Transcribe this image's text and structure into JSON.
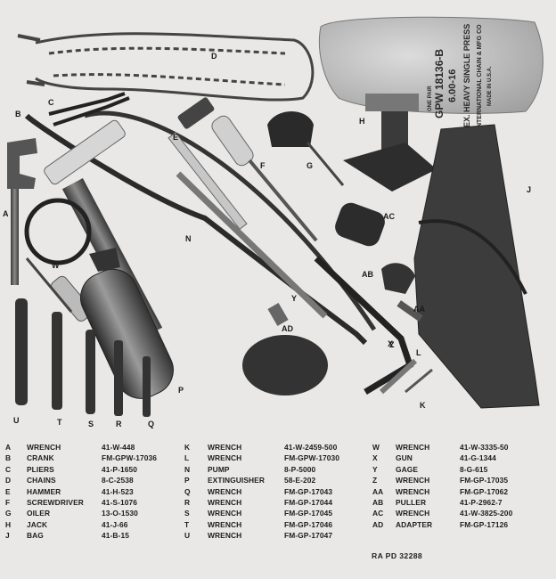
{
  "bag_print": {
    "line1": "ONE PAIR",
    "line2": "GPW 18136-B",
    "line3": "6.00-16",
    "line4": "EX. HEAVY SINGLE PRESS",
    "line5": "INTERNATIONAL CHAIN & MFG CO",
    "line6": "MADE IN U.S.A."
  },
  "figure_labels": [
    "A",
    "B",
    "C",
    "D",
    "E",
    "F",
    "G",
    "H",
    "J",
    "AC",
    "N",
    "W",
    "AB",
    "AA",
    "Y",
    "AD",
    "X",
    "L",
    "Z",
    "K",
    "P",
    "U",
    "T",
    "S",
    "R",
    "Q"
  ],
  "legend": {
    "columns": [
      [
        {
          "key": "A",
          "name": "WRENCH",
          "part": "41-W-448"
        },
        {
          "key": "B",
          "name": "CRANK",
          "part": "FM-GPW-17036"
        },
        {
          "key": "C",
          "name": "PLIERS",
          "part": "41-P-1650"
        },
        {
          "key": "D",
          "name": "CHAINS",
          "part": "8-C-2538"
        },
        {
          "key": "E",
          "name": "HAMMER",
          "part": "41-H-523"
        },
        {
          "key": "F",
          "name": "SCREWDRIVER",
          "part": "41-S-1076"
        },
        {
          "key": "G",
          "name": "OILER",
          "part": "13-O-1530"
        },
        {
          "key": "H",
          "name": "JACK",
          "part": "41-J-66"
        },
        {
          "key": "J",
          "name": "BAG",
          "part": "41-B-15"
        }
      ],
      [
        {
          "key": "K",
          "name": "WRENCH",
          "part": "41-W-2459-500"
        },
        {
          "key": "L",
          "name": "WRENCH",
          "part": "FM-GPW-17030"
        },
        {
          "key": "N",
          "name": "PUMP",
          "part": "8-P-5000"
        },
        {
          "key": "P",
          "name": "EXTINGUISHER",
          "part": "58-E-202"
        },
        {
          "key": "Q",
          "name": "WRENCH",
          "part": "FM-GP-17043"
        },
        {
          "key": "R",
          "name": "WRENCH",
          "part": "FM-GP-17044"
        },
        {
          "key": "S",
          "name": "WRENCH",
          "part": "FM-GP-17045"
        },
        {
          "key": "T",
          "name": "WRENCH",
          "part": "FM-GP-17046"
        },
        {
          "key": "U",
          "name": "WRENCH",
          "part": "FM-GP-17047"
        }
      ],
      [
        {
          "key": "W",
          "name": "WRENCH",
          "part": "41-W-3335-50"
        },
        {
          "key": "X",
          "name": "GUN",
          "part": "41-G-1344"
        },
        {
          "key": "Y",
          "name": "GAGE",
          "part": "8-G-615"
        },
        {
          "key": "Z",
          "name": "WRENCH",
          "part": "FM-GP-17035"
        },
        {
          "key": "AA",
          "name": "WRENCH",
          "part": "FM-GP-17062"
        },
        {
          "key": "AB",
          "name": "PULLER",
          "part": "41-P-2962-7"
        },
        {
          "key": "AC",
          "name": "WRENCH",
          "part": "41-W-3825-200"
        },
        {
          "key": "AD",
          "name": "ADAPTER",
          "part": "FM-GP-17126"
        }
      ]
    ]
  },
  "reference": "RA PD 32288"
}
